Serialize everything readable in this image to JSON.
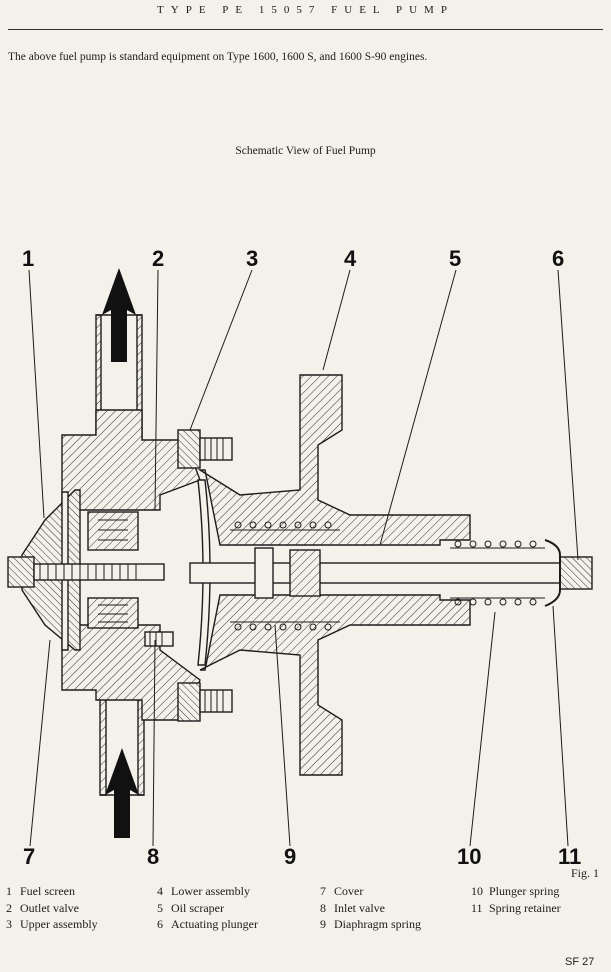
{
  "header": {
    "title": "TYPE PE 15057 FUEL PUMP"
  },
  "intro": {
    "text": "The above fuel pump is standard equipment on Type 1600, 1600 S, and 1600 S-90 engines."
  },
  "figure": {
    "caption": "Schematic View of Fuel Pump",
    "label": "Fig. 1",
    "callouts": [
      "1",
      "2",
      "3",
      "4",
      "5",
      "6",
      "7",
      "8",
      "9",
      "10",
      "11"
    ]
  },
  "legend": {
    "columns": [
      [
        {
          "num": "1",
          "label": "Fuel screen"
        },
        {
          "num": "2",
          "label": "Outlet valve"
        },
        {
          "num": "3",
          "label": "Upper assembly"
        }
      ],
      [
        {
          "num": "4",
          "label": "Lower assembly"
        },
        {
          "num": "5",
          "label": "Oil scraper"
        },
        {
          "num": "6",
          "label": "Actuating plunger"
        }
      ],
      [
        {
          "num": "7",
          "label": "Cover"
        },
        {
          "num": "8",
          "label": "Inlet valve"
        },
        {
          "num": "9",
          "label": "Diaphragm spring"
        }
      ],
      [
        {
          "num": "10",
          "label": "Plunger spring"
        },
        {
          "num": "11",
          "label": "Spring retainer"
        }
      ]
    ]
  },
  "page_number": "SF 27"
}
